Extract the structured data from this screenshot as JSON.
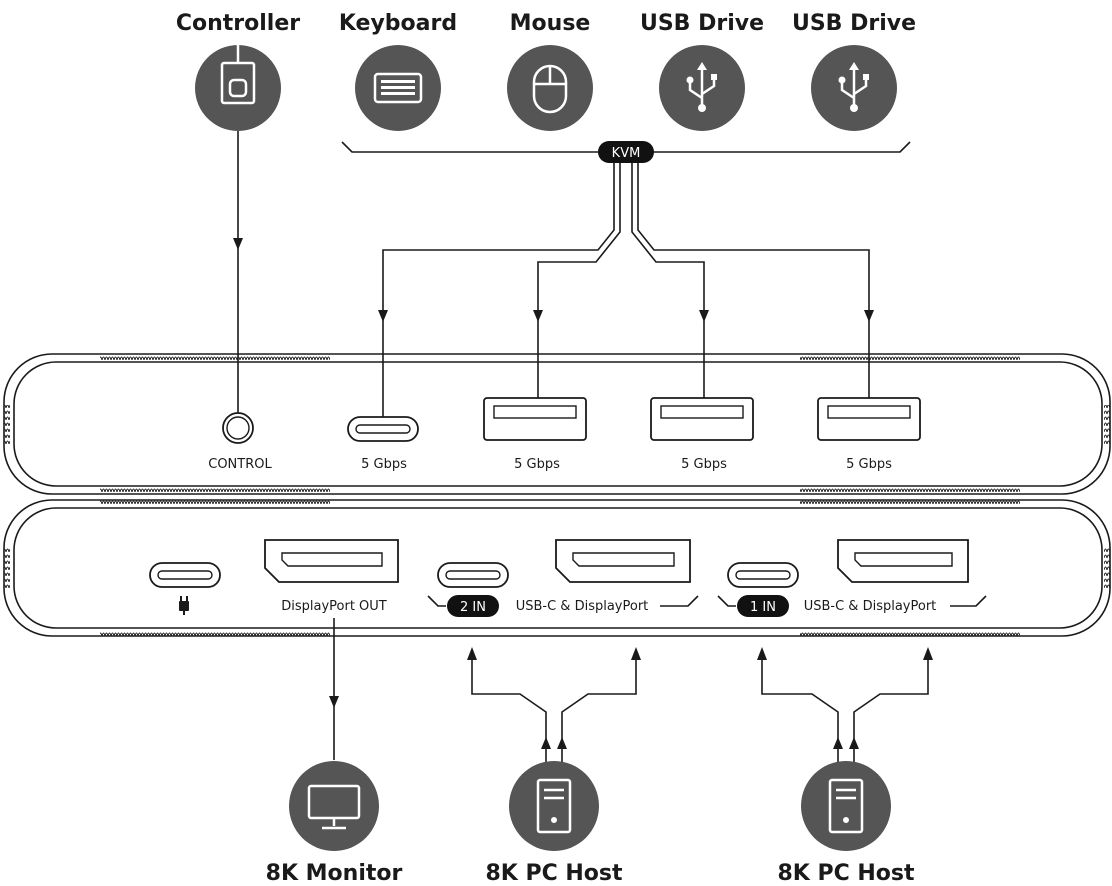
{
  "devices_top": [
    {
      "label": "Controller",
      "icon": "controller-icon"
    },
    {
      "label": "Keyboard",
      "icon": "keyboard-icon"
    },
    {
      "label": "Mouse",
      "icon": "mouse-icon"
    },
    {
      "label": "USB Drive",
      "icon": "usb-icon"
    },
    {
      "label": "USB Drive",
      "icon": "usb-icon"
    }
  ],
  "kvm_label": "KVM",
  "front_panel": {
    "control_label": "CONTROL",
    "port_labels": [
      "5 Gbps",
      "5 Gbps",
      "5 Gbps",
      "5 Gbps"
    ]
  },
  "rear_panel": {
    "displayport_out_label": "DisplayPort OUT",
    "input2_badge": "2 IN",
    "input2_label": "USB-C & DisplayPort",
    "input1_badge": "1 IN",
    "input1_label": "USB-C & DisplayPort"
  },
  "devices_bottom": [
    {
      "label": "8K Monitor",
      "icon": "monitor-icon"
    },
    {
      "label": "8K PC Host",
      "icon": "pc-tower-icon"
    },
    {
      "label": "8K PC Host",
      "icon": "pc-tower-icon"
    }
  ],
  "colors": {
    "icon_bg": "#555555",
    "line": "#1a1a1a",
    "badge": "#111111"
  }
}
